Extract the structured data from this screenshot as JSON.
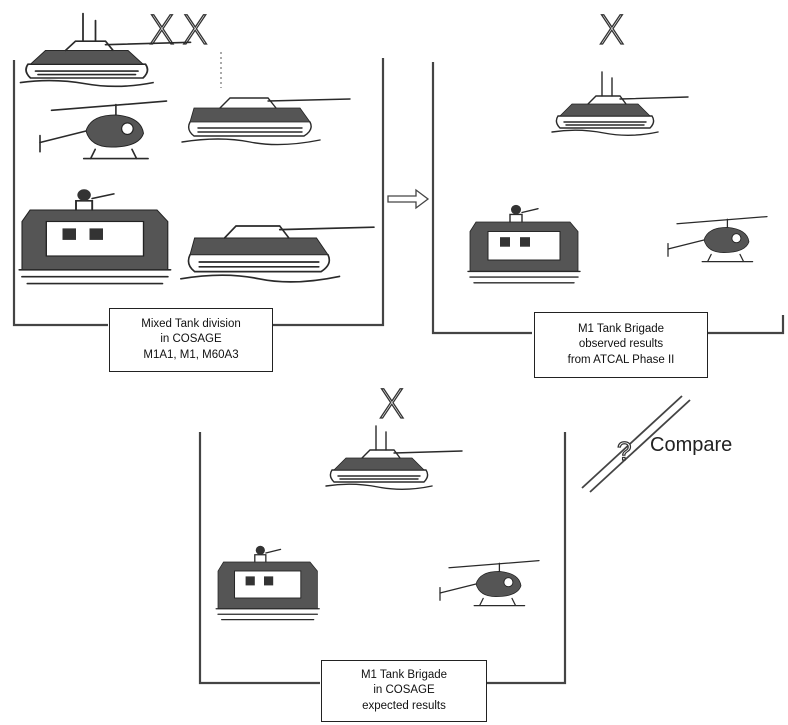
{
  "echelons": {
    "division": "XX",
    "brigade_observed": "X",
    "brigade_expected": "X"
  },
  "labels": {
    "division_box": [
      "Mixed Tank division",
      "in COSAGE",
      "M1A1, M1, M60A3"
    ],
    "observed_box": [
      "M1 Tank Brigade",
      "observed results",
      "from ATCAL Phase II"
    ],
    "expected_box": [
      "M1 Tank Brigade",
      "in COSAGE",
      "expected results"
    ]
  },
  "compare": {
    "question_mark": "?",
    "label": "Compare"
  },
  "icons": {
    "tank": "tank-icon",
    "helicopter": "helicopter-icon",
    "apc": "apc-icon",
    "arrow": "arrow-right-icon"
  }
}
